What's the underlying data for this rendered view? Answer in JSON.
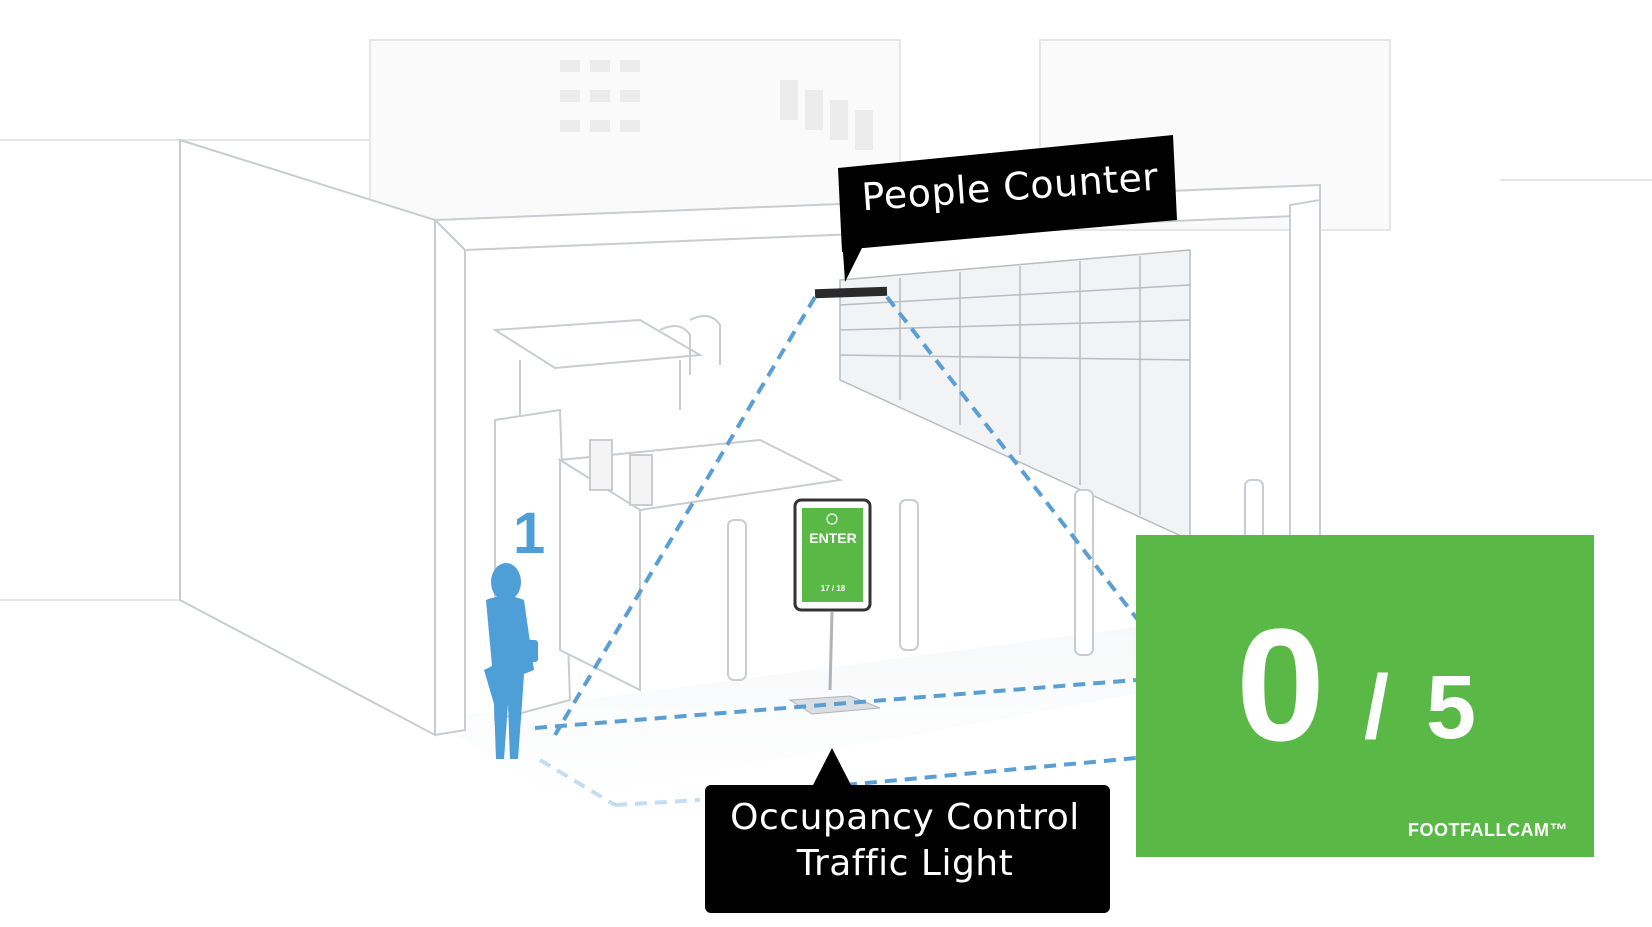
{
  "callouts": {
    "people_counter": "People Counter",
    "occupancy_line1": "Occupancy Control",
    "occupancy_line2": "Traffic Light"
  },
  "counter_panel": {
    "current": "0",
    "separator": "/",
    "max": "5",
    "brand": "FOOTFALLCAM™",
    "color": "#5ab946"
  },
  "person": {
    "number": "1",
    "color": "#4e9fd8"
  },
  "sign": {
    "text": "ENTER",
    "count": "17 / 18",
    "icon": "smiley-icon"
  },
  "colors": {
    "dashed_line": "#5a9fd4",
    "callout_bg": "#000000",
    "sketch_line": "#c9ccd0"
  }
}
